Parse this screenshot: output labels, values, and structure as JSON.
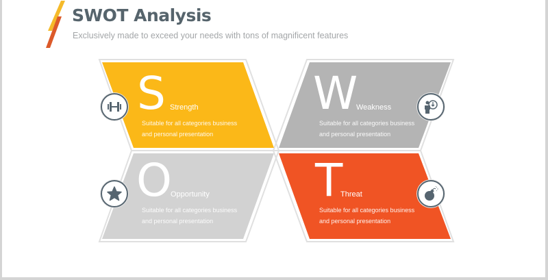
{
  "header": {
    "title": "SWOT Analysis",
    "subtitle": "Exclusively made to exceed your needs with tons of magnificent features"
  },
  "colors": {
    "strength": "#FBB818",
    "weakness": "#B4B4B4",
    "opportunity": "#D2D2D2",
    "threat": "#F05424",
    "icon": "#566570",
    "title": "#56646C",
    "accent_yellow": "#F5BA2A",
    "accent_orange": "#DC5A2A"
  },
  "quadrants": [
    {
      "key": "strength",
      "letter": "S",
      "label": "Strength",
      "desc_line1": "Suitable for all categories business",
      "desc_line2": "and personal presentation",
      "icon": "dumbbell-icon"
    },
    {
      "key": "weakness",
      "letter": "W",
      "label": "Weakness",
      "desc_line1": "Suitable for all categories business",
      "desc_line2": "and personal presentation",
      "icon": "person-clock-icon"
    },
    {
      "key": "opportunity",
      "letter": "O",
      "label": "Opportunity",
      "desc_line1": "Suitable for all categories business",
      "desc_line2": "and personal presentation",
      "icon": "star-icon"
    },
    {
      "key": "threat",
      "letter": "T",
      "label": "Threat",
      "desc_line1": "Suitable for all categories business",
      "desc_line2": "and personal presentation",
      "icon": "bomb-icon"
    }
  ]
}
